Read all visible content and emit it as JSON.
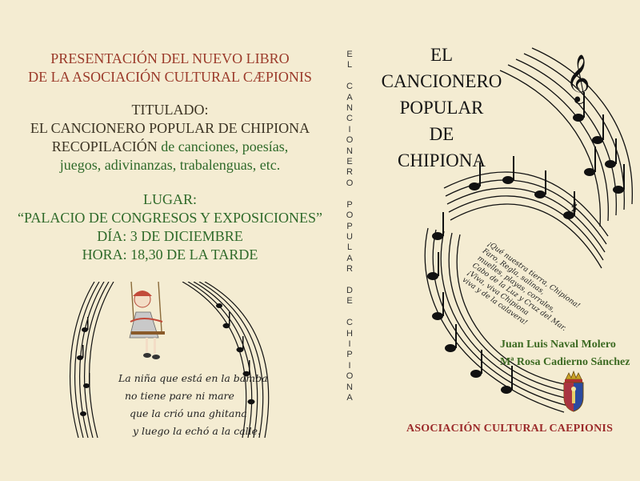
{
  "left": {
    "block1": {
      "line1": "PRESENTACIÓN DEL NUEVO LIBRO",
      "line2": "DE LA ASOCIACIÓN CULTURAL CÆPIONIS"
    },
    "block2": {
      "line1": "TITULADO:",
      "line2": "EL CANCIONERO POPULAR DE CHIPIONA",
      "line3_strong": "RECOPILACIÓN",
      "line3_rest": " de canciones, poesías,",
      "line4": "juegos, adivinanzas, trabalenguas, etc."
    },
    "block3": {
      "line1": "LUGAR:",
      "line2": "“PALACIO DE CONGRESOS Y EXPOSICIONES”",
      "line3": "DÍA: 3 DE DICIEMBRE",
      "line4": "HORA: 18,30 DE LA TARDE"
    },
    "poem": [
      "La niña que está en la bamba",
      "no tiene pare ni mare",
      "que la crió una ghitana",
      "y luego la echó a la calle."
    ]
  },
  "spine": [
    "E",
    "L",
    " ",
    "C",
    "A",
    "N",
    "C",
    "I",
    "O",
    "N",
    "E",
    "R",
    "O",
    " ",
    "P",
    "O",
    "P",
    "U",
    "L",
    "A",
    "R",
    " ",
    "D",
    "E",
    " ",
    "C",
    "H",
    "I",
    "P",
    "I",
    "O",
    "N",
    "A"
  ],
  "right": {
    "title": [
      "EL",
      "CANCIONERO",
      "POPULAR",
      "DE",
      "CHIPIONA"
    ],
    "quote": [
      "¡Qué nuestra tierra, Chipiona!",
      "Faro, Regla, salinas,",
      "muelles, playas, corrales,",
      "Cabo de la Luz y Cruz del Mar.",
      "¡Viva, viva Chipiona",
      "viva y de la calavera!"
    ],
    "authors": [
      "Juan Luis Naval Molero",
      "Mª Rosa Cadierno Sánchez"
    ],
    "association": "ASOCIACIÓN CULTURAL CAEPIONIS"
  },
  "colors": {
    "background": "#f4ecd2",
    "red": "#9b3a2a",
    "green": "#2f6a2a",
    "author_green": "#3c6a22"
  }
}
